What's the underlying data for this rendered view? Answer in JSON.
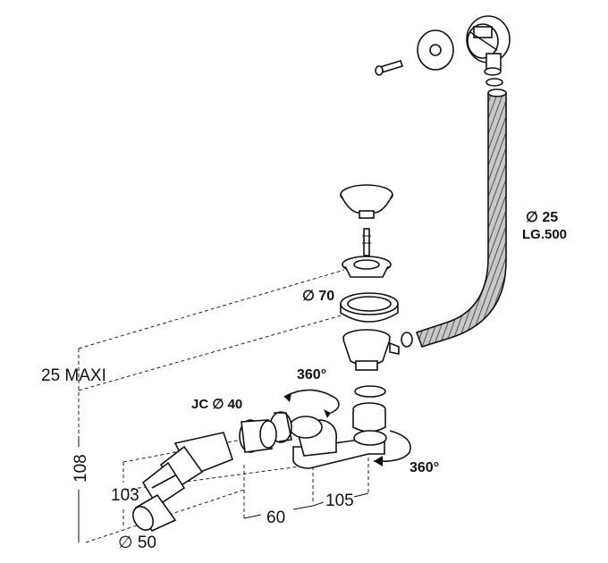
{
  "dimensions": {
    "pipe_diameter": "∅ 25",
    "pipe_length": "LG.500",
    "overflow_diameter": "∅ 70",
    "depth_max": "25 MAXI",
    "rotation_top": "360°",
    "rotation_right": "360°",
    "joint": "JC ∅ 40",
    "height_total": "108",
    "height_outlet": "103",
    "outlet_diameter": "∅ 50",
    "offset_60": "60",
    "offset_105": "105"
  },
  "colors": {
    "ink": "#111111",
    "background": "#ffffff",
    "hose_fill": "#b8b8b8"
  }
}
